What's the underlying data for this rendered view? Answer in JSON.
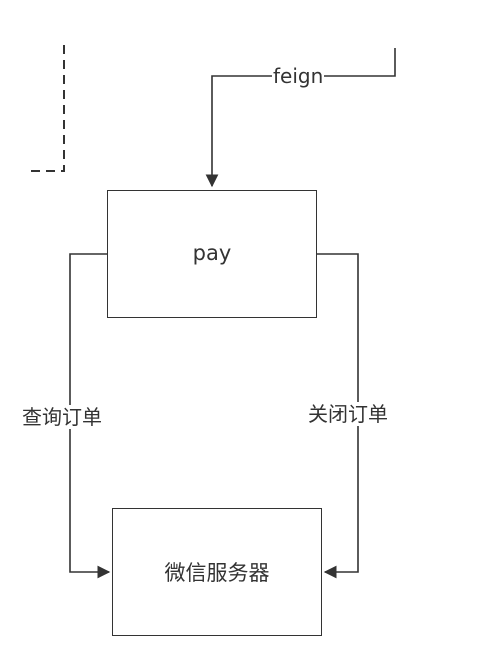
{
  "nodes": {
    "pay": {
      "label": "pay"
    },
    "wechat_server": {
      "label": "微信服务器"
    }
  },
  "edges": {
    "feign": {
      "label": "feign"
    },
    "query_order": {
      "label": "查询订单"
    },
    "close_order": {
      "label": "关闭订单"
    }
  },
  "colors": {
    "stroke": "#333333",
    "text": "#333333",
    "background": "#ffffff"
  }
}
